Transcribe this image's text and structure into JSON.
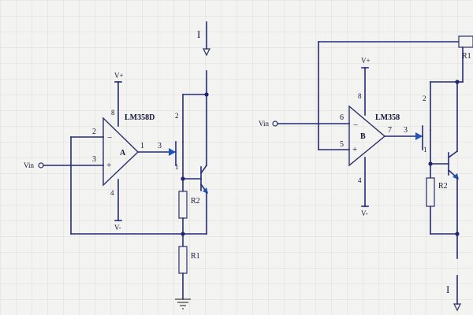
{
  "left_circuit": {
    "opamp_label": "LM358D",
    "unit_letter": "A",
    "pin_inverting": "2",
    "pin_noninverting": "3",
    "pin_output": "1",
    "pin_vplus": "8",
    "pin_vminus": "4",
    "supply_positive": "V+",
    "supply_negative": "V-",
    "input_label": "Vin",
    "transistor_pin_collector": "2",
    "transistor_pin_base": "3",
    "transistor_pin_emitter": "1",
    "resistor_emitter": "R2",
    "resistor_load": "R1",
    "current_label": "I",
    "minus_sign": "−",
    "plus_sign": "+"
  },
  "right_circuit": {
    "opamp_label": "LM358",
    "unit_letter": "B",
    "pin_inverting": "6",
    "pin_noninverting": "5",
    "pin_output": "7",
    "pin_vplus": "8",
    "pin_vminus": "4",
    "supply_positive": "V+",
    "supply_negative": "V-",
    "input_label": "Vin",
    "transistor_pin_collector": "2",
    "transistor_pin_base": "3",
    "transistor_pin_emitter": "1",
    "resistor_emitter": "R2",
    "resistor_load": "R1",
    "current_label": "I",
    "minus_sign": "−",
    "plus_sign": "+"
  },
  "colors": {
    "wire": "#232a7a",
    "arrow": "#1f54b8",
    "grid": "#d6d6d2",
    "background": "#f3f3f1"
  }
}
